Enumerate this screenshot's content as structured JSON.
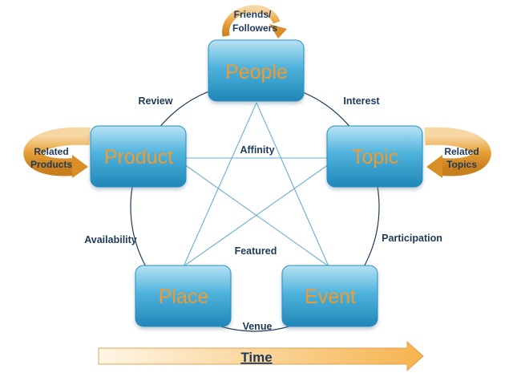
{
  "nodes": {
    "people": "People",
    "topic": "Topic",
    "event": "Event",
    "place": "Place",
    "product": "Product"
  },
  "relations": {
    "review": "Review",
    "interest": "Interest",
    "participation": "Participation",
    "venue": "Venue",
    "availability": "Availability",
    "affinity": "Affinity",
    "featured": "Featured"
  },
  "self_loops": {
    "people": [
      "Friends/",
      "Followers"
    ],
    "product": [
      "Related",
      "Products"
    ],
    "topic": [
      "Related",
      "Topics"
    ]
  },
  "timeline": {
    "label": "Time"
  },
  "colors": {
    "node_fill": "#3fa9d4",
    "node_text": "#f29a2e",
    "lines": "#1e3a5a",
    "star_lines": "#6aaed0",
    "arrow": "#e8a33a",
    "relation_text": "#1e3a5a"
  }
}
